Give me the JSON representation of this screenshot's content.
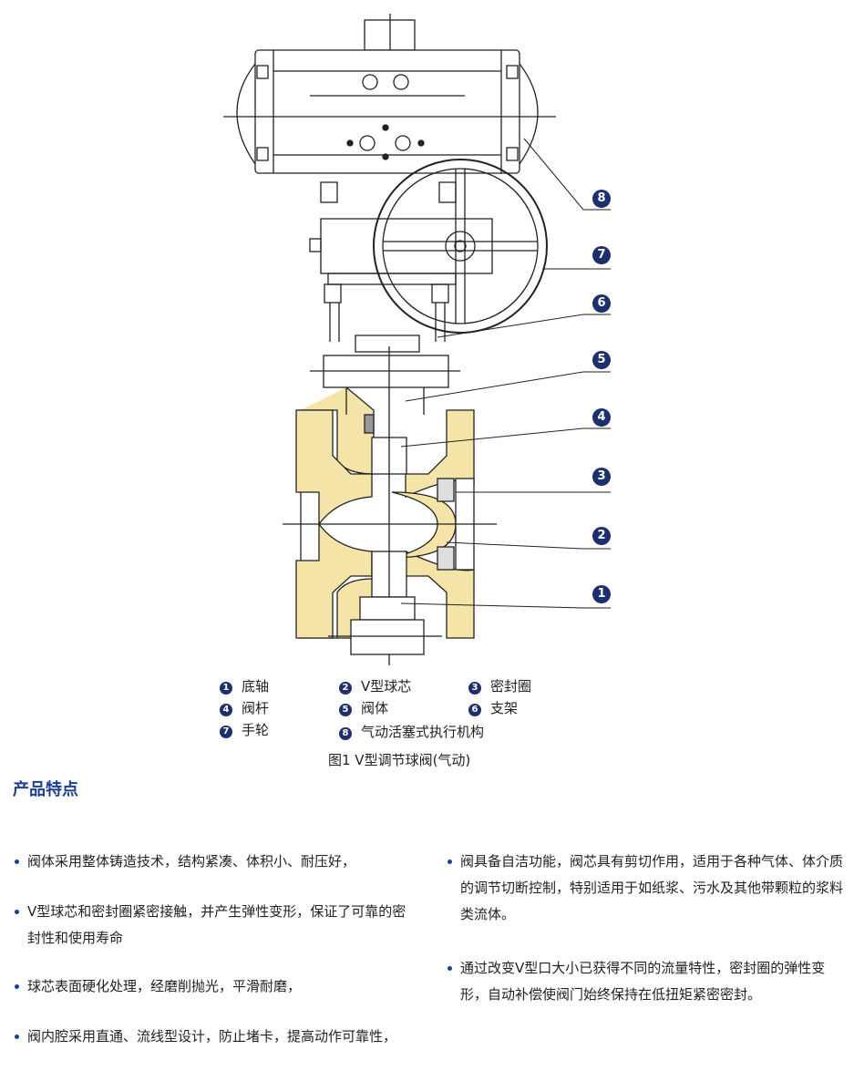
{
  "callouts": [
    "8",
    "7",
    "6",
    "5",
    "4",
    "3",
    "2",
    "1"
  ],
  "legend": [
    {
      "num": "1",
      "label": "底轴"
    },
    {
      "num": "2",
      "label": "V型球芯"
    },
    {
      "num": "3",
      "label": "密封圈"
    },
    {
      "num": "4",
      "label": "阀杆"
    },
    {
      "num": "5",
      "label": "阀体"
    },
    {
      "num": "6",
      "label": "支架"
    },
    {
      "num": "7",
      "label": "手轮"
    },
    {
      "num": "8",
      "label": "气动活塞式执行机构"
    }
  ],
  "caption": "图1  V型调节球阀(气动)",
  "section_title": "产品特点",
  "features_left": [
    "阀体采用整体铸造技术，结构紧凑、体积小、耐压好，",
    "V型球芯和密封圈紧密接触，并产生弹性变形，保证了可靠的密封性和使用寿命",
    "球芯表面硬化处理，经磨削抛光，平滑耐磨，",
    "阀内腔采用直通、流线型设计，防止堵卡，提高动作可靠性，"
  ],
  "features_right": [
    "阀具备自洁功能，阀芯具有剪切作用，适用于各种气体、体介质的调节切断控制，特别适用于如纸浆、污水及其他带颗粒的浆料类流体。",
    "通过改变V型口大小已获得不同的流量特性，密封圈的弹性变形，自动补偿使阀门始终保持在低扭矩紧密密封。"
  ],
  "colors": {
    "accent": "#1c3f94",
    "callout": "#1e2f6e",
    "body_fill": "#f5e4a8"
  }
}
